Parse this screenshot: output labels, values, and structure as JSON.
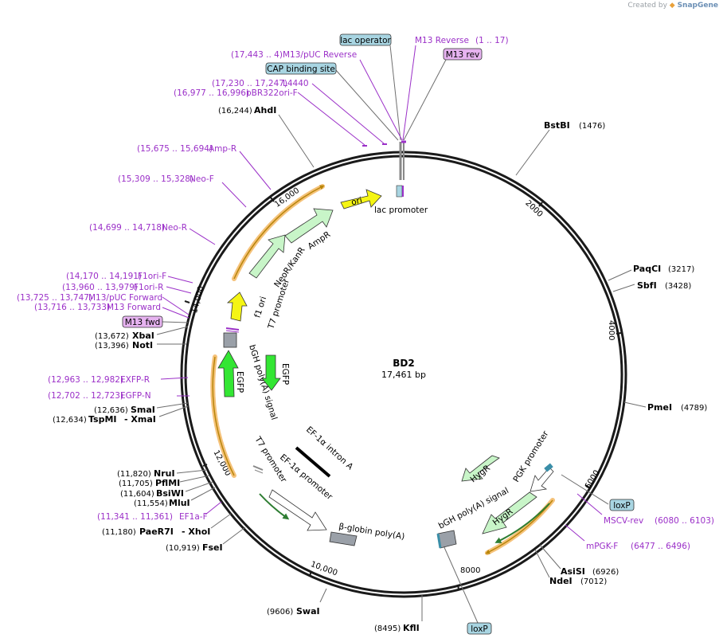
{
  "credit": {
    "prefix": "Created by",
    "brand": "SnapGene"
  },
  "plasmid": {
    "name": "BD2",
    "length_label": "17,461 bp",
    "length": 17461
  },
  "ticks": [
    "2000",
    "4000",
    "6000",
    "8000",
    "10,000",
    "12,000",
    "14,000",
    "16,000"
  ],
  "colors": {
    "backbone": "#1a1a1a",
    "primer": "#9b30c8",
    "enzyme_line": "#6e6e6e",
    "box_blue": "#a8d5e2",
    "box_purple": "#e6b3f0",
    "arrow_light_green": "#c8f5c8",
    "arrow_green": "#33e633",
    "arrow_yellow": "#f5f514",
    "arrow_white": "#ffffff",
    "orange_glow": "#f5c27a",
    "feature_gray": "#9aa0a8"
  },
  "top_callouts": [
    {
      "text": "lac operator",
      "style": "box-blue"
    },
    {
      "text": "M13 Reverse",
      "style": "primer",
      "range": "(1 .. 17)"
    },
    {
      "text": "M13 rev",
      "style": "box-purple"
    },
    {
      "text": "M13/pUC Reverse",
      "style": "primer",
      "range": "(17,443 .. 4)"
    },
    {
      "text": "CAP binding site",
      "style": "box-blue"
    },
    {
      "text": "L4440",
      "style": "primer",
      "range": "(17,230 .. 17,247)"
    },
    {
      "text": "pBR322ori-F",
      "style": "primer",
      "range": "(16,977 .. 16,996)"
    }
  ],
  "enzymes": [
    {
      "name": "AhdI",
      "pos": "(16,244)"
    },
    {
      "name": "BstBI",
      "pos": "(1476)"
    },
    {
      "name": "PaqCI",
      "pos": "(3217)"
    },
    {
      "name": "SbfI",
      "pos": "(3428)"
    },
    {
      "name": "PmeI",
      "pos": "(4789)"
    },
    {
      "name": "AsiSI",
      "pos": "(6926)"
    },
    {
      "name": "NdeI",
      "pos": "(7012)"
    },
    {
      "name": "KflI",
      "pos": "(8495)"
    },
    {
      "name": "SwaI",
      "pos": "(9606)"
    },
    {
      "name": "FseI",
      "pos": "(10,919)"
    },
    {
      "name": "PaeR7I",
      "pos": "(11,180)",
      "extra": "- XhoI"
    },
    {
      "name": "MluI",
      "pos": "(11,554)"
    },
    {
      "name": "BsiWI",
      "pos": "(11,604)"
    },
    {
      "name": "PflMI",
      "pos": "(11,705)"
    },
    {
      "name": "NruI",
      "pos": "(11,820)"
    },
    {
      "name": "TspMI",
      "pos": "(12,634)",
      "extra": "- XmaI"
    },
    {
      "name": "SmaI",
      "pos": "(12,636)"
    },
    {
      "name": "NotI",
      "pos": "(13,396)"
    },
    {
      "name": "XbaI",
      "pos": "(13,672)"
    }
  ],
  "primers": [
    {
      "name": "Amp-R",
      "range": "(15,675 .. 15,694)"
    },
    {
      "name": "Neo-F",
      "range": "(15,309 .. 15,328)"
    },
    {
      "name": "Neo-R",
      "range": "(14,699 .. 14,718)"
    },
    {
      "name": "F1ori-F",
      "range": "(14,170 .. 14,191)"
    },
    {
      "name": "F1ori-R",
      "range": "(13,960 .. 13,979)"
    },
    {
      "name": "M13/pUC Forward",
      "range": "(13,725 .. 13,747)"
    },
    {
      "name": "M13 Forward",
      "range": "(13,716 .. 13,733)"
    },
    {
      "name": "EXFP-R",
      "range": "(12,963 .. 12,982)"
    },
    {
      "name": "EGFP-N",
      "range": "(12,702 .. 12,723)"
    },
    {
      "name": "EF1a-F",
      "range": "(11,341 .. 11,361)"
    },
    {
      "name": "MSCV-rev",
      "range": "(6080 .. 6103)"
    },
    {
      "name": "mPGK-F",
      "range": "(6477 .. 6496)"
    }
  ],
  "boxed_labels": [
    {
      "text": "M13 fwd",
      "style": "box-purple"
    },
    {
      "text": "loxP",
      "style": "box-blue"
    },
    {
      "text": "loxP",
      "style": "box-blue"
    }
  ],
  "features": [
    {
      "label": "ori",
      "kind": "arrow",
      "color": "yellow"
    },
    {
      "label": "lac promoter",
      "kind": "small"
    },
    {
      "label": "AmpR",
      "kind": "arrow",
      "color": "light-green"
    },
    {
      "label": "NeoR/KanR",
      "kind": "arrow",
      "color": "light-green"
    },
    {
      "label": "f1 ori",
      "kind": "arrow",
      "color": "yellow"
    },
    {
      "label": "T7 promoter",
      "kind": "small"
    },
    {
      "label": "bGH poly(A) signal",
      "kind": "box",
      "color": "gray"
    },
    {
      "label": "EGFP",
      "kind": "arrow",
      "color": "green"
    },
    {
      "label": "EGFP",
      "kind": "arrow",
      "color": "green"
    },
    {
      "label": "EF-1α intron A",
      "kind": "bar",
      "color": "black"
    },
    {
      "label": "T7 promoter",
      "kind": "small"
    },
    {
      "label": "EF-1α promoter",
      "kind": "arrow",
      "color": "white"
    },
    {
      "label": "β-globin poly(A)",
      "kind": "box",
      "color": "gray"
    },
    {
      "label": "HygR",
      "kind": "arrow",
      "color": "light-green"
    },
    {
      "label": "PGK promoter",
      "kind": "arrow",
      "color": "white"
    },
    {
      "label": "HygR",
      "kind": "arrow",
      "color": "light-green"
    },
    {
      "label": "bGH poly(A) signal",
      "kind": "box",
      "color": "gray"
    }
  ]
}
